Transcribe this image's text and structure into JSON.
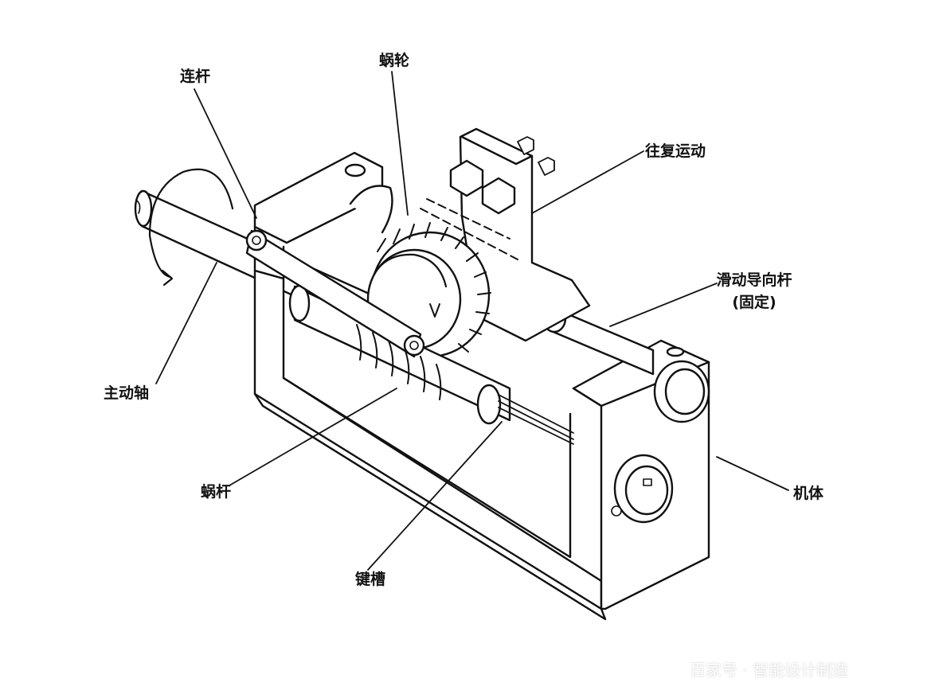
{
  "diagram": {
    "labels": {
      "connecting_rod": "连杆",
      "worm_wheel": "蜗轮",
      "reciprocating_motion": "往复运动",
      "sliding_guide_rod": "滑动导向杆",
      "fixed_note": "(固定)",
      "drive_shaft": "主动轴",
      "worm": "蜗杆",
      "key": "键槽",
      "machine_body": "机体"
    },
    "watermark": "百家号 · 智能设计制造"
  }
}
